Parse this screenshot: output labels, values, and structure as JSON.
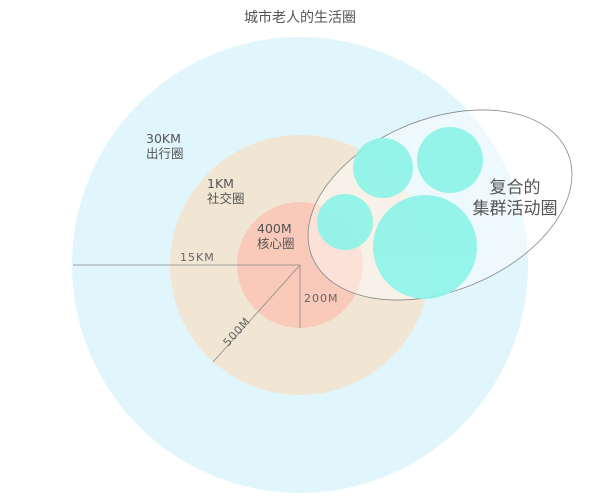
{
  "title": "城市老人的生活圈",
  "rings": [
    {
      "distance": "30KM",
      "name": "出行圈",
      "color": "#e1f5fc"
    },
    {
      "distance": "1KM",
      "name": "社交圈",
      "color": "#f1e6d4"
    },
    {
      "distance": "400M",
      "name": "核心圈",
      "color": "#f9c9b9"
    }
  ],
  "radius_labels": {
    "outer": "15KM",
    "middle": "500M",
    "inner": "200M"
  },
  "cluster": {
    "line1": "复合的",
    "line2": "集群活动圈",
    "bubble_color": "#8ef4e8"
  }
}
